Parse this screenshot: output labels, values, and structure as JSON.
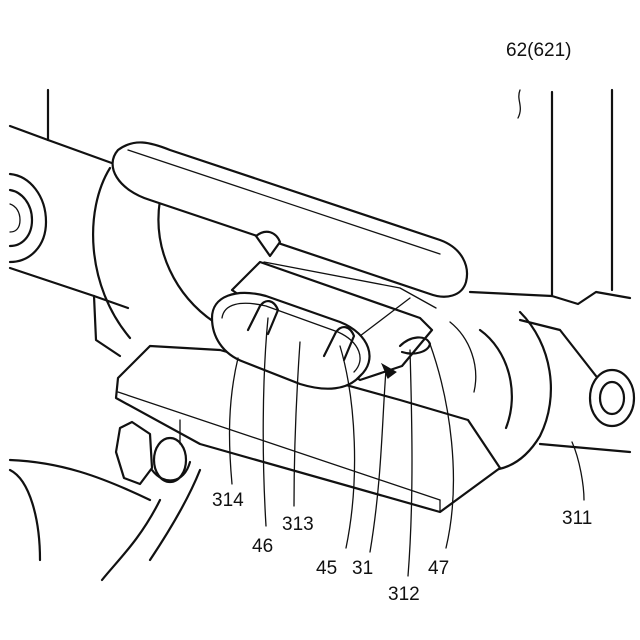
{
  "figure": {
    "labels": {
      "l_62_621": "62(621)",
      "l_314": "314",
      "l_46": "46",
      "l_313": "313",
      "l_45": "45",
      "l_31": "31",
      "l_312": "312",
      "l_47": "47",
      "l_311": "311"
    }
  }
}
